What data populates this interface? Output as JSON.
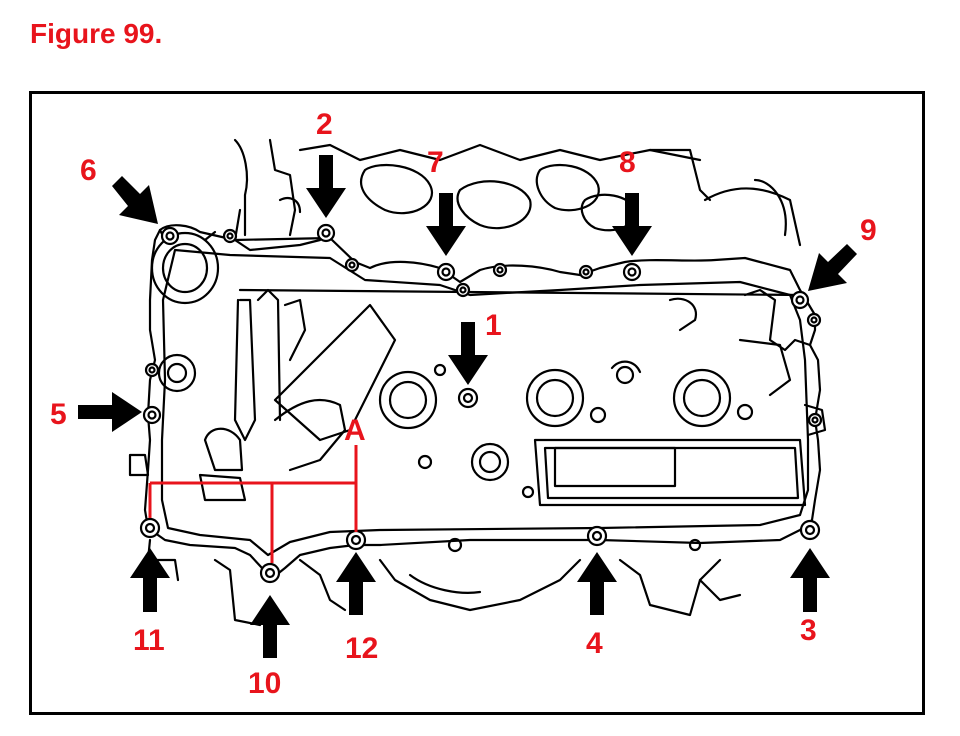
{
  "title": "Figure 99.",
  "colors": {
    "callout": "#e8141c",
    "line": "#000000",
    "background": "#ffffff"
  },
  "callouts": [
    "1",
    "2",
    "3",
    "4",
    "5",
    "6",
    "7",
    "8",
    "9",
    "10",
    "11",
    "12"
  ],
  "reference_label": "A"
}
